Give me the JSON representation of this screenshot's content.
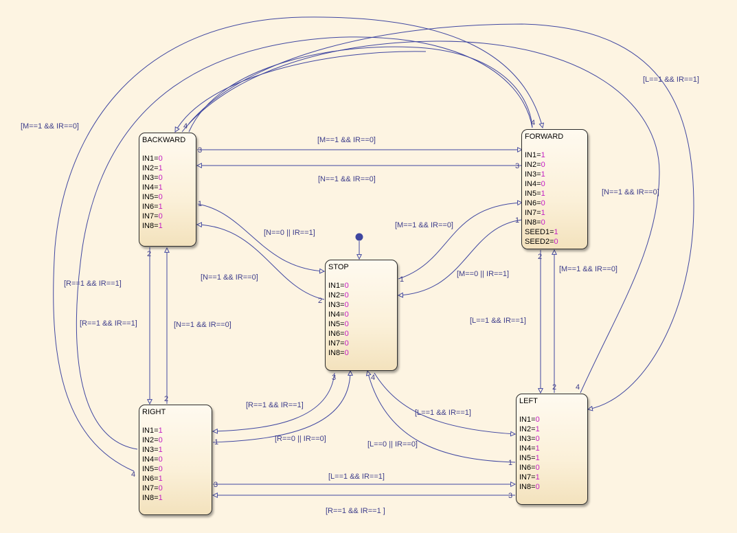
{
  "states": {
    "backward": {
      "name": "BACKWARD",
      "vars": [
        [
          "IN1",
          "0"
        ],
        [
          "IN2",
          "1"
        ],
        [
          "IN3",
          "0"
        ],
        [
          "IN4",
          "1"
        ],
        [
          "IN5",
          "0"
        ],
        [
          "IN6",
          "1"
        ],
        [
          "IN7",
          "0"
        ],
        [
          "IN8",
          "1"
        ]
      ]
    },
    "forward": {
      "name": "FORWARD",
      "vars": [
        [
          "IN1",
          "1"
        ],
        [
          "IN2",
          "0"
        ],
        [
          "IN3",
          "1"
        ],
        [
          "IN4",
          "0"
        ],
        [
          "IN5",
          "1"
        ],
        [
          "IN6",
          "0"
        ],
        [
          "IN7",
          "1"
        ],
        [
          "IN8",
          "0"
        ],
        [
          "SEED1",
          "1"
        ],
        [
          "SEED2",
          "0"
        ]
      ]
    },
    "stop": {
      "name": "STOP",
      "vars": [
        [
          "IN1",
          "0"
        ],
        [
          "IN2",
          "0"
        ],
        [
          "IN3",
          "0"
        ],
        [
          "IN4",
          "0"
        ],
        [
          "IN5",
          "0"
        ],
        [
          "IN6",
          "0"
        ],
        [
          "IN7",
          "0"
        ],
        [
          "IN8",
          "0"
        ]
      ]
    },
    "right": {
      "name": "RIGHT",
      "vars": [
        [
          "IN1",
          "1"
        ],
        [
          "IN2",
          "0"
        ],
        [
          "IN3",
          "1"
        ],
        [
          "IN4",
          "0"
        ],
        [
          "IN5",
          "0"
        ],
        [
          "IN6",
          "1"
        ],
        [
          "IN7",
          "0"
        ],
        [
          "IN8",
          "1"
        ]
      ]
    },
    "left": {
      "name": "LEFT",
      "vars": [
        [
          "IN1",
          "0"
        ],
        [
          "IN2",
          "1"
        ],
        [
          "IN3",
          "0"
        ],
        [
          "IN4",
          "1"
        ],
        [
          "IN5",
          "1"
        ],
        [
          "IN6",
          "0"
        ],
        [
          "IN7",
          "1"
        ],
        [
          "IN8",
          "0"
        ]
      ]
    }
  },
  "conditions": {
    "m1_ir0": "[M==1 && IR==0]",
    "n1_ir0": "[N==1 && IR==0]",
    "n0_or_ir1": "[N==0 || IR==1]",
    "m0_or_ir1": "[M==0 || IR==1]",
    "l1_ir1": "[L==1 && IR==1]",
    "r1_ir1": "[R==1 && IR==1]",
    "r1_ir1_sp": "[R==1 && IR==1 ]",
    "r0_or_ir0": "[R==0 || IR==0]",
    "l0_or_ir0": "[L==0 || IR==0]"
  },
  "orders": [
    "1",
    "2",
    "3",
    "4"
  ]
}
